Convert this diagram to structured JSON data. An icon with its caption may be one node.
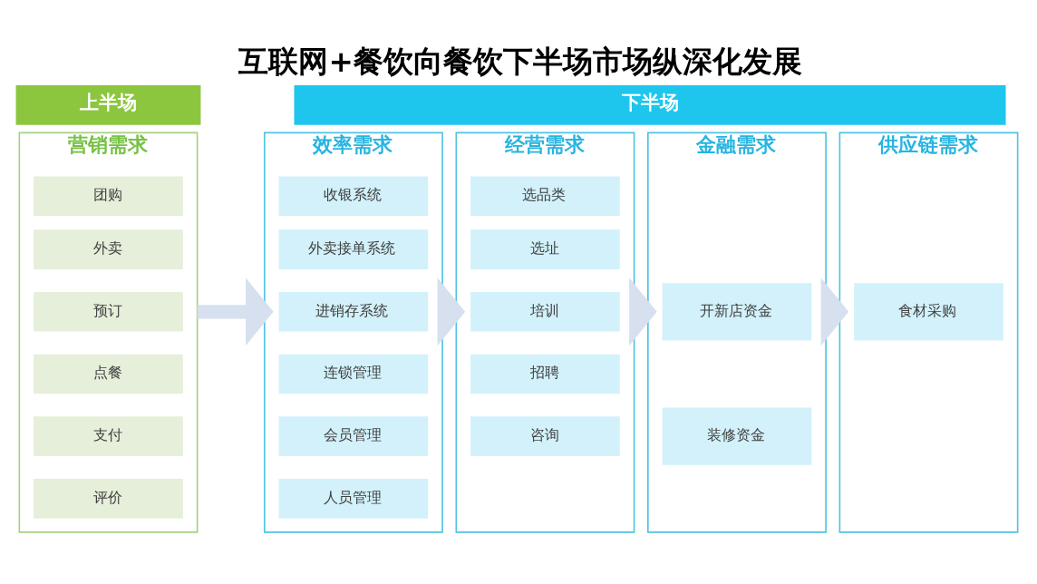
{
  "diagram": {
    "title": "互联网+餐饮向餐饮下半场市场纵深化发展",
    "nodes": [
      {
        "text": [
          "上半场"
        ]
      },
      {
        "text": [
          "下半场"
        ]
      },
      {
        "text": [
          "营销需求"
        ]
      },
      {
        "text": [
          "团购"
        ],
        "in": 2
      },
      {
        "text": [
          "外卖"
        ],
        "in": 2
      },
      {
        "text": [
          "预订"
        ],
        "in": 2
      },
      {
        "text": [
          "点餐"
        ],
        "in": 2
      },
      {
        "text": [
          "支付"
        ],
        "in": 2
      },
      {
        "text": [
          "评价"
        ],
        "in": 2
      },
      {
        "text": [
          "效率需求"
        ]
      },
      {
        "text": [
          "收银系统"
        ],
        "in": 9
      },
      {
        "text": [
          "外卖接单系统"
        ],
        "in": 9
      },
      {
        "text": [
          "进销存系统"
        ],
        "in": 9
      },
      {
        "text": [
          "连锁管理"
        ],
        "in": 9
      },
      {
        "text": [
          "会员管理"
        ],
        "in": 9
      },
      {
        "text": [
          "人员管理"
        ],
        "in": 9
      },
      {
        "text": [
          "经营需求"
        ]
      },
      {
        "text": [
          "选品类"
        ],
        "in": 16
      },
      {
        "text": [
          "选址"
        ],
        "in": 16
      },
      {
        "text": [
          "培训"
        ],
        "in": 16
      },
      {
        "text": [
          "招聘"
        ],
        "in": 16
      },
      {
        "text": [
          "咨询"
        ],
        "in": 16
      },
      {
        "text": [
          "金融需求"
        ]
      },
      {
        "text": [
          "开新店资金"
        ],
        "in": 22
      },
      {
        "text": [
          "装修资金"
        ],
        "in": 22
      },
      {
        "text": [
          "供应链需求"
        ]
      },
      {
        "text": [
          "食材采购"
        ],
        "in": 25
      }
    ],
    "edges": [
      {
        "from": 2,
        "to": 9,
        "arrow": "to"
      },
      {
        "from": 9,
        "to": 16,
        "arrow": "to"
      },
      {
        "from": 16,
        "to": 22,
        "arrow": "to"
      },
      {
        "from": 22,
        "to": 25,
        "arrow": "to"
      }
    ]
  }
}
